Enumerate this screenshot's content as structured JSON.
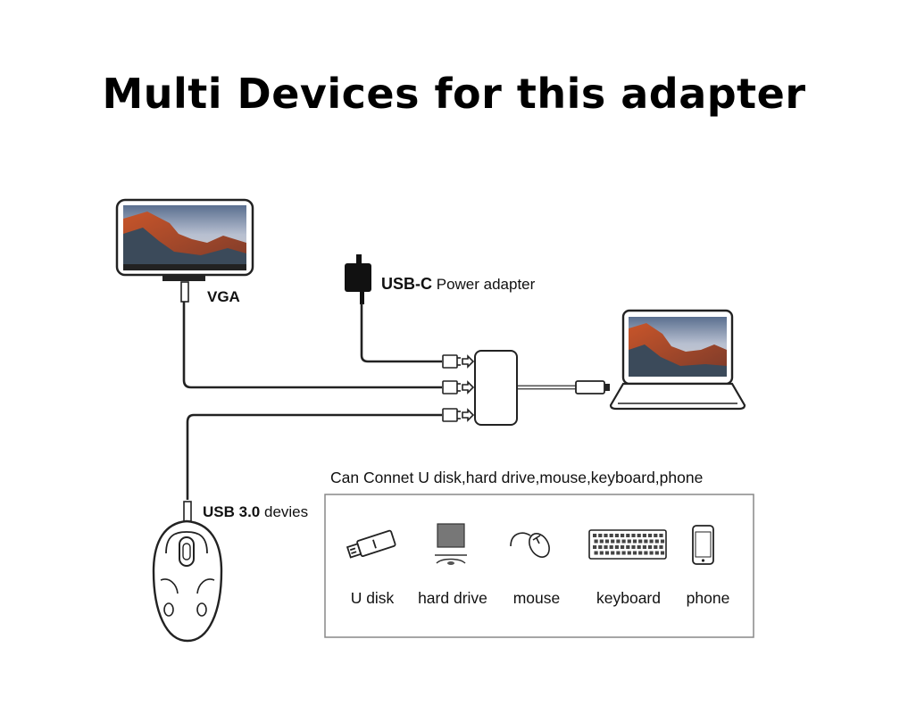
{
  "title": "Multi Devices for this adapter",
  "labels": {
    "vga": "VGA",
    "usbc_bold": "USB-C",
    "usbc_rest": "Power adapter",
    "usb3_bold": "USB 3.0",
    "usb3_rest": "devies",
    "connect_caption": "Can Connet U disk,hard drive,mouse,keyboard,phone"
  },
  "devices": [
    {
      "label": "U disk",
      "icon": "usb-stick-icon"
    },
    {
      "label": "hard drive",
      "icon": "hard-drive-icon"
    },
    {
      "label": "mouse",
      "icon": "mouse-icon"
    },
    {
      "label": "keyboard",
      "icon": "keyboard-icon"
    },
    {
      "label": "phone",
      "icon": "phone-icon"
    }
  ]
}
